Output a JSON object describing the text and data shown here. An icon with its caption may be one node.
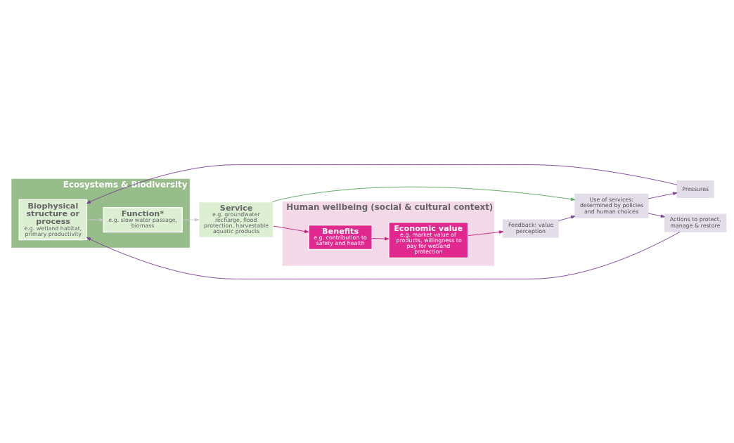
{
  "diagram": {
    "nodes": [
      {
        "text": [
          "Ecosystems & Biodiversity"
        ]
      },
      {
        "text": [
          "Biophysical structure or process",
          "e.g. wetland habitat, primary productivity"
        ],
        "in": 0
      },
      {
        "text": [
          "Function*",
          "e.g. slow water passage, biomass"
        ],
        "in": 0
      },
      {
        "text": [
          "Human wellbeing (social & cultural context)"
        ]
      },
      {
        "text": [
          "Service",
          "e.g. groundwater recharge, flood protection, harvestable aquatic products"
        ]
      },
      {
        "text": [
          "Benefits",
          "e.g. contribution to safety and health"
        ],
        "in": 3
      },
      {
        "text": [
          "Economic value",
          "e.g. market value of products, willingness to pay for wetland protection"
        ],
        "in": 3
      },
      {
        "text": [
          "Pressures"
        ]
      },
      {
        "text": [
          "Actions to protect, manage & restore"
        ]
      },
      {
        "text": [
          "Use of services: determined by policies and human choices"
        ]
      },
      {
        "text": [
          "Feedback: value perception"
        ]
      }
    ],
    "edges": [
      {
        "from": 1,
        "to": 2,
        "arrow": "to",
        "color": "#c8c8c8"
      },
      {
        "from": 2,
        "to": 4,
        "arrow": "to",
        "color": "#c8c8c8"
      },
      {
        "from": 4,
        "to": 5,
        "arrow": "to",
        "color": "#c2227f"
      },
      {
        "from": 5,
        "to": 6,
        "arrow": "to",
        "color": "#c2227f"
      },
      {
        "from": 6,
        "to": 10,
        "arrow": "to",
        "color": "#c2227f"
      },
      {
        "from": 10,
        "to": 9,
        "arrow": "to"
      },
      {
        "from": 4,
        "to": 9,
        "arrow": "to",
        "color": "#5aa55a"
      },
      {
        "from": 9,
        "to": 7,
        "arrow": "to"
      },
      {
        "from": 9,
        "to": 8,
        "arrow": "to"
      },
      {
        "from": 7,
        "to": 1,
        "arrow": "to"
      },
      {
        "from": 8,
        "to": 1,
        "arrow": "to"
      }
    ]
  }
}
